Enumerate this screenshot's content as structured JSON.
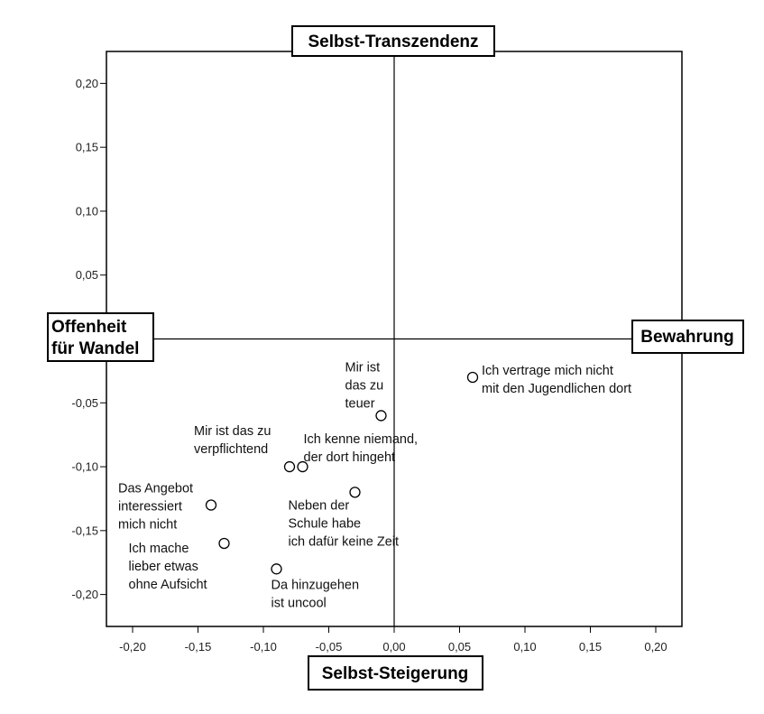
{
  "chart_data": {
    "type": "scatter",
    "xlim": [
      -0.22,
      0.22
    ],
    "ylim": [
      -0.225,
      0.225
    ],
    "x_ticks": [
      -0.2,
      -0.15,
      -0.1,
      -0.05,
      0.0,
      0.05,
      0.1,
      0.15,
      0.2
    ],
    "x_tick_labels": [
      "-0,20",
      "-0,15",
      "-0,10",
      "-0,05",
      "0,00",
      "0,05",
      "0,10",
      "0,15",
      "0,20"
    ],
    "y_ticks": [
      0.2,
      0.15,
      0.1,
      0.05,
      -0.05,
      -0.1,
      -0.15,
      -0.2
    ],
    "y_tick_labels": [
      "0,20",
      "0,15",
      "0,10",
      "0,05",
      "-0,05",
      "-0,10",
      "-0,15",
      "-0,20"
    ],
    "grid": false,
    "pole_labels": {
      "top": "Selbst-Transzendenz",
      "bottom": "Selbst-Steigerung",
      "left_line1": "Offenheit",
      "left_line2": "für Wandel",
      "right": "Bewahrung"
    },
    "points": [
      {
        "x": 0.06,
        "y": -0.03,
        "label": [
          "Ich vertrage mich nicht",
          "mit den Jugendlichen dort"
        ]
      },
      {
        "x": -0.01,
        "y": -0.06,
        "label": [
          "Mir ist",
          "das zu",
          "teuer"
        ]
      },
      {
        "x": -0.08,
        "y": -0.1,
        "label": [
          "Mir ist das zu",
          "verpflichtend"
        ]
      },
      {
        "x": -0.07,
        "y": -0.1,
        "label": [
          "Ich kenne niemand,",
          "der dort hingeht"
        ]
      },
      {
        "x": -0.03,
        "y": -0.12,
        "label": [
          "Neben der",
          "Schule habe",
          "ich dafür keine Zeit"
        ]
      },
      {
        "x": -0.14,
        "y": -0.13,
        "label": [
          "Das Angebot",
          "interessiert",
          "mich nicht"
        ]
      },
      {
        "x": -0.13,
        "y": -0.16,
        "label": [
          "Ich mache",
          "lieber etwas",
          "ohne Aufsicht"
        ]
      },
      {
        "x": -0.09,
        "y": -0.18,
        "label": [
          "Da hinzugehen",
          "ist uncool"
        ]
      }
    ]
  }
}
